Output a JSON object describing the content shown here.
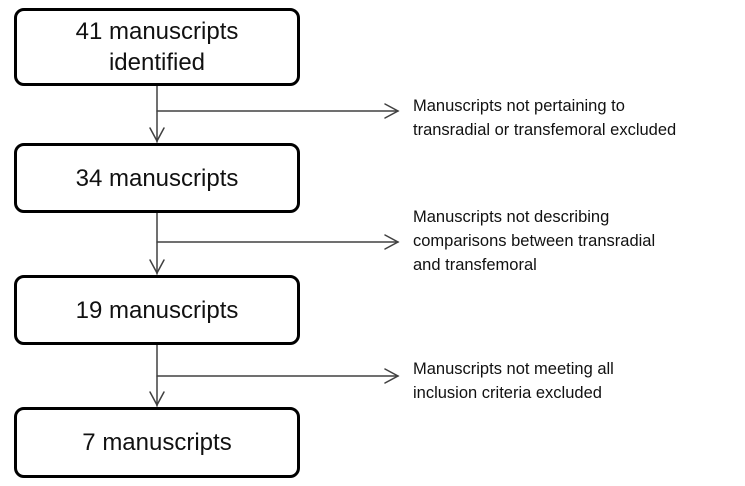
{
  "flow": {
    "steps": [
      {
        "label": "41 manuscripts\nidentified"
      },
      {
        "label": "34 manuscripts"
      },
      {
        "label": "19 manuscripts"
      },
      {
        "label": "7 manuscripts"
      }
    ],
    "exclusions": [
      {
        "text": "Manuscripts not pertaining to\ntransradial or transfemoral excluded"
      },
      {
        "text": "Manuscripts not describing\ncomparisons between transradial\nand transfemoral"
      },
      {
        "text": "Manuscripts not meeting all\ninclusion criteria excluded"
      }
    ]
  },
  "colors": {
    "line": "#000000",
    "text": "#111111",
    "arrow": "#404040"
  }
}
